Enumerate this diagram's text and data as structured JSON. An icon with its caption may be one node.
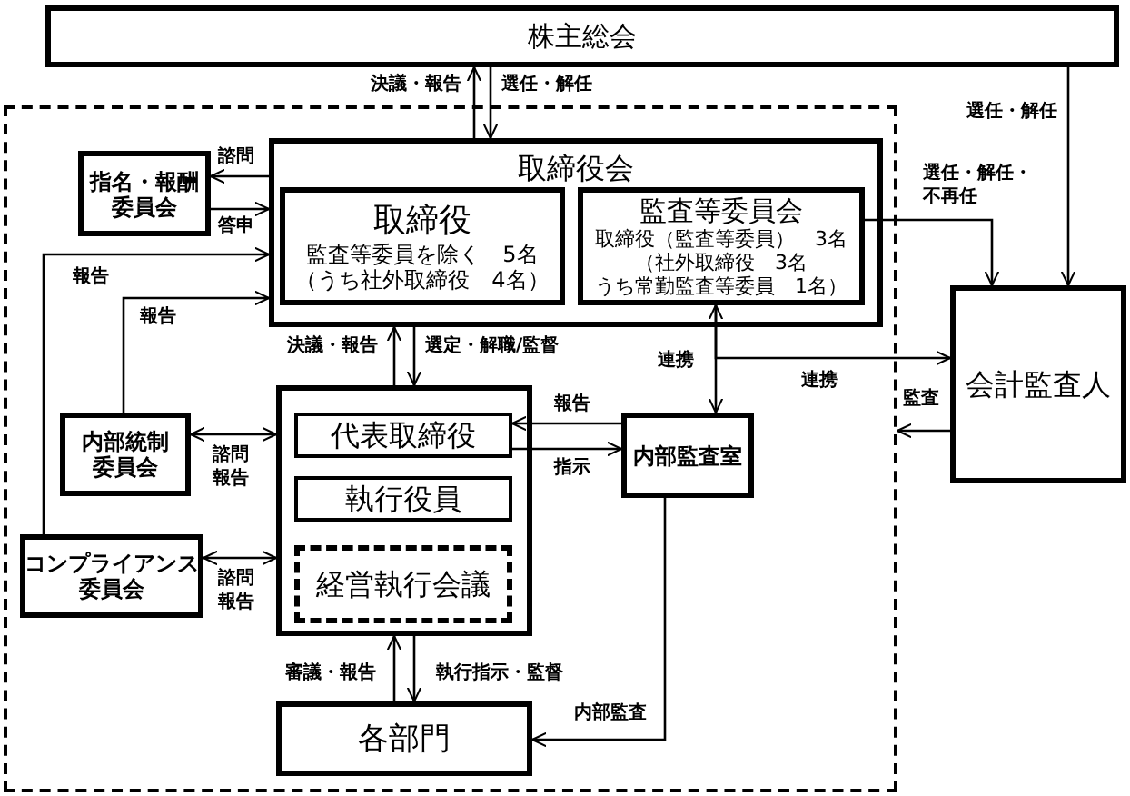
{
  "diagram": {
    "nodes": [
      {
        "text": [
          "株主総会"
        ]
      },
      {
        "text": [],
        "shape": "box"
      },
      {
        "text": [
          "取締役会"
        ],
        "in": 1
      },
      {
        "text": [
          "取締役",
          "監査等委員を除く　5名",
          "（うち社外取締役　4名）"
        ],
        "in": 2
      },
      {
        "text": [
          "監査等委員会",
          "取締役（監査等委員）　3名",
          "（社外取締役　3名",
          "うち常勤監査等委員　1名）"
        ],
        "in": 2
      },
      {
        "text": [
          "指名・報酬委員会"
        ],
        "in": 1
      },
      {
        "text": [
          "会計監査人"
        ]
      },
      {
        "text": [
          "内部統制委員会"
        ],
        "in": 1
      },
      {
        "text": [],
        "shape": "box",
        "in": 1
      },
      {
        "text": [
          "代表取締役"
        ],
        "in": 8
      },
      {
        "text": [
          "内部監査室"
        ],
        "in": 1
      },
      {
        "text": [
          "執行役員"
        ],
        "in": 8
      },
      {
        "text": [
          "コンプライアンス委員会"
        ],
        "in": 1
      },
      {
        "text": [
          "経営執行会議"
        ],
        "in": 8
      },
      {
        "text": [
          "各部門"
        ],
        "in": 1
      }
    ],
    "edges": [
      {
        "from": 2,
        "to": 0,
        "arrow": "to",
        "label": "決議・報告"
      },
      {
        "from": 0,
        "to": 2,
        "arrow": "to",
        "label": "選任・解任"
      },
      {
        "from": 0,
        "to": 6,
        "arrow": "to",
        "label": "選任・解任"
      },
      {
        "from": 4,
        "to": 6,
        "arrow": "to",
        "label": "選任・解任・不再任"
      },
      {
        "from": 2,
        "to": 5,
        "arrow": "to",
        "label": "諮問"
      },
      {
        "from": 5,
        "to": 2,
        "arrow": "to",
        "label": "答申"
      },
      {
        "from": 12,
        "to": 2,
        "arrow": "to",
        "label": "報告"
      },
      {
        "from": 7,
        "to": 2,
        "arrow": "to",
        "label": "報告"
      },
      {
        "from": 8,
        "to": 2,
        "arrow": "to",
        "label": "決議・報告"
      },
      {
        "from": 2,
        "to": 8,
        "arrow": "to",
        "label": "選定・解職/監督"
      },
      {
        "from": 7,
        "to": 8,
        "arrow": "both",
        "label": "諮問報告"
      },
      {
        "from": 12,
        "to": 8,
        "arrow": "both",
        "label": "諮問報告"
      },
      {
        "from": 10,
        "to": 9,
        "arrow": "to",
        "label": "報告"
      },
      {
        "from": 9,
        "to": 10,
        "arrow": "to",
        "label": "指示"
      },
      {
        "from": 4,
        "to": 10,
        "arrow": "both",
        "label": "連携"
      },
      {
        "from": 4,
        "to": 6,
        "arrow": "to",
        "label": "連携"
      },
      {
        "from": 6,
        "to": 1,
        "arrow": "to",
        "label": "監査"
      },
      {
        "from": 8,
        "to": 14,
        "arrow": "to",
        "label": "執行指示・監督"
      },
      {
        "from": 14,
        "to": 8,
        "arrow": "to",
        "label": "審議・報告"
      },
      {
        "from": 10,
        "to": 14,
        "arrow": "to",
        "label": "内部監査"
      }
    ]
  }
}
